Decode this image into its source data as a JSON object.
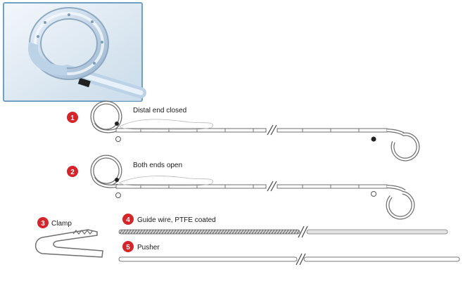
{
  "colors": {
    "badge": "#d4252a",
    "tube_outline": "#6f6f6f",
    "tube_fill": "#ffffff",
    "photo_bg": "#dde9f3",
    "photo_border": "#6fa0c6"
  },
  "items": [
    {
      "number": "1",
      "label": "Distal end closed"
    },
    {
      "number": "2",
      "label": "Both ends open"
    },
    {
      "number": "3",
      "label": "Clamp"
    },
    {
      "number": "4",
      "label": "Guide wire, PTFE coated"
    },
    {
      "number": "5",
      "label": "Pusher"
    }
  ]
}
